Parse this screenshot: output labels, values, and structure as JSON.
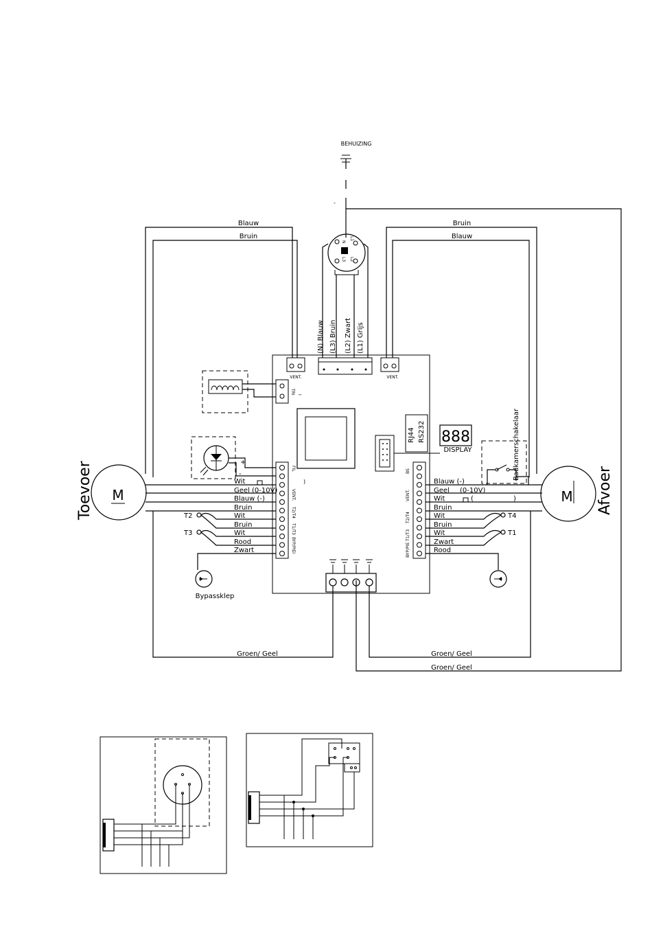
{
  "diagram": {
    "earth_label": "BEHUIZING",
    "earth_mark": "-",
    "left_motor": {
      "name": "Toevoer",
      "symbol": "M"
    },
    "right_motor": {
      "name": "Afvoer",
      "symbol": "M"
    },
    "top_left_wires": [
      "Blauw",
      "Bruin"
    ],
    "top_right_wires": [
      "Bruin",
      "Blauw"
    ],
    "mains_wires": [
      "(N) Blauw",
      "(L3) Bruin",
      "(L2) Zwart",
      "(L1) Grijs"
    ],
    "plug_pins": [
      "N",
      "L1",
      "L3",
      "L2"
    ],
    "vent_label": "VENT.",
    "vent_connector_text": "○ - ○",
    "tri_label": "TRI",
    "tri_mark": "I",
    "plus_minus": [
      "+",
      "-"
    ],
    "rj_label": "RJ44",
    "rs_label": "RS232",
    "display_digits": "888",
    "display_label": "DISPLAY",
    "bath_switch_label": "Badkamerschakelaar",
    "left_terminal_labels": [
      "FIL",
      "VENT.",
      "T2/T4",
      "T1/T3",
      "BYP/PIEI"
    ],
    "right_terminal_labels": [
      "BS",
      "VENT.",
      "T2/T4",
      "BYP/PIE T1/T3"
    ],
    "left_wires": [
      "Wit",
      "Geel (0-10V)",
      "Blauw (-)",
      "Bruin",
      "Wit",
      "Bruin",
      "Wit",
      "Rood",
      "Zwart"
    ],
    "right_wires": [
      "Blauw (-)",
      "Geel",
      "(0-10V)",
      "Wit",
      "(",
      ")",
      "Bruin",
      "Wit",
      "Bruin",
      "Wit",
      "Zwart",
      "Rood"
    ],
    "left_wit_paren": ")",
    "sensors_left": [
      "T2",
      "T3"
    ],
    "sensors_right": [
      "T4",
      "T1"
    ],
    "bypass_label": "Bypassklep",
    "earth_wires": [
      "Groen/ Geel",
      "Groen/ Geel",
      "Groen/ Geel"
    ]
  }
}
